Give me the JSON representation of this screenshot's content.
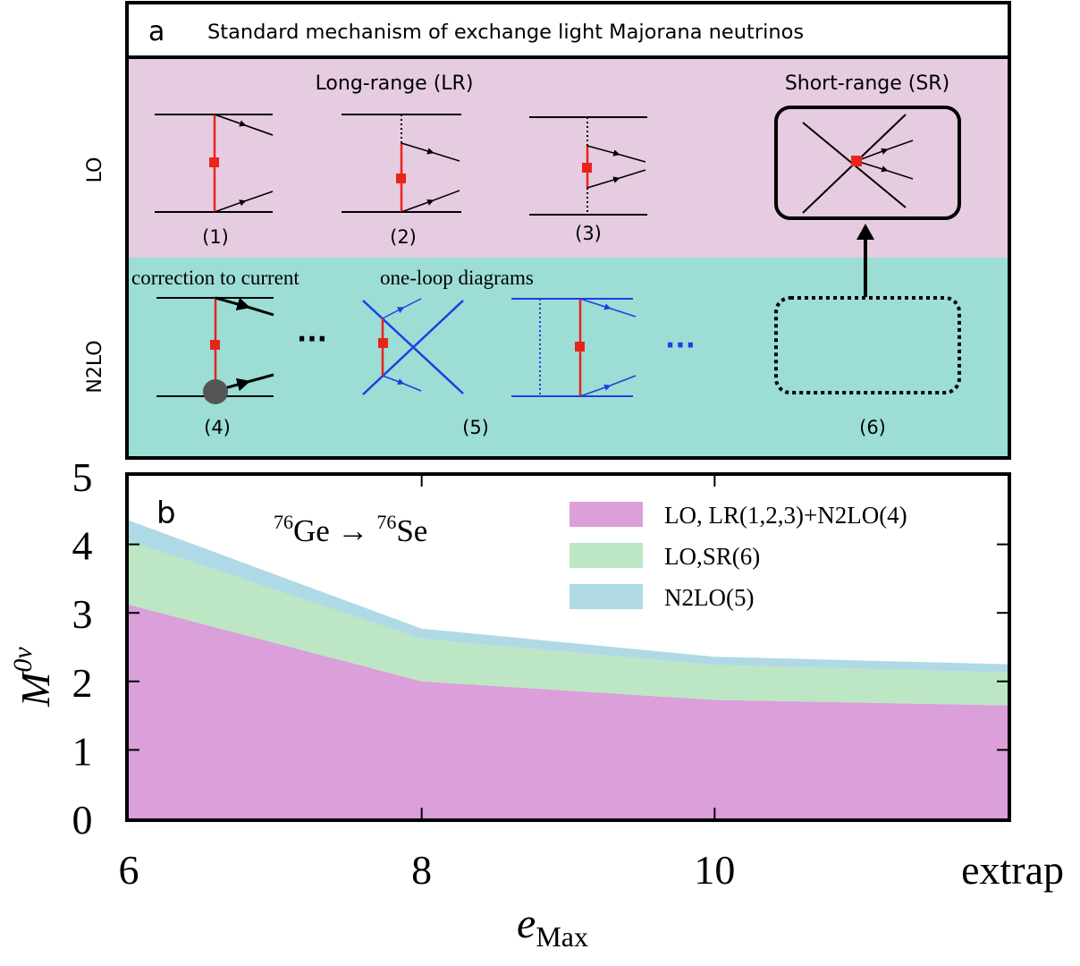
{
  "panel_a": {
    "label": "a",
    "title": "Standard mechanism of exchange light Majorana neutrinos",
    "row_lo": "LO",
    "row_n2lo": "N2LO",
    "long_range": "Long-range (LR)",
    "short_range": "Short-range (SR)",
    "correction": "correction to current",
    "one_loop": "one-loop diagrams",
    "ellipsis_black": "···",
    "ellipsis_blue": "···",
    "diagram_labels": [
      "(1)",
      "(2)",
      "(3)",
      "(4)",
      "(5)",
      "(6)"
    ],
    "colors": {
      "lo_bg": "#e5cce0",
      "n2lo_bg": "#9cddd6",
      "vertex": "#e8241b",
      "loop_line": "#1f3fe0",
      "blob": "#555555"
    }
  },
  "panel_b": {
    "label": "b",
    "reaction_a": "76",
    "reaction_b": "Ge → ",
    "reaction_c": "76",
    "reaction_d": "Se",
    "ylabel_main": "M",
    "ylabel_sup": "0ν",
    "xlabel_main": "e",
    "xlabel_sub": "Max"
  },
  "chart_data": {
    "type": "area",
    "stacked": true,
    "categories": [
      "6",
      "8",
      "10",
      "extrap"
    ],
    "series": [
      {
        "name": "LO, LR(1,2,3)+N2LO(4)",
        "color": "#db9fda",
        "values": [
          3.12,
          2.0,
          1.73,
          1.65
        ]
      },
      {
        "name": "LO,SR(6)",
        "color": "#bce6c4",
        "values": [
          0.93,
          0.62,
          0.51,
          0.48
        ]
      },
      {
        "name": "N2LO(5)",
        "color": "#b0d9e6",
        "values": [
          0.3,
          0.15,
          0.12,
          0.12
        ]
      }
    ],
    "yticks": [
      "0",
      "1",
      "2",
      "3",
      "4",
      "5"
    ],
    "ylim": [
      0,
      5
    ],
    "legend_position": "top-right",
    "grid": false
  }
}
